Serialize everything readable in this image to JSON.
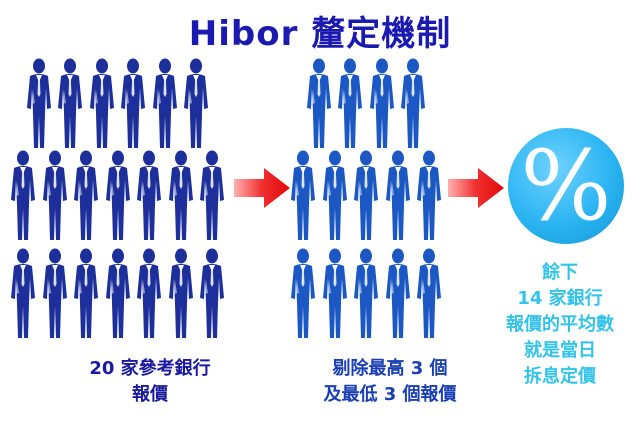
{
  "title": "Hibor 釐定機制",
  "colors": {
    "person_dark": "#1c2f9a",
    "person_mid": "#1b58c4",
    "arrow": "#e01010",
    "circle": "#2ab4f2",
    "title": "#1a1ab0"
  },
  "groups": {
    "left": {
      "rows": [
        6,
        7,
        7
      ]
    },
    "middle": {
      "rows": [
        4,
        5,
        5
      ]
    }
  },
  "icons": {
    "person": "businessman-icon",
    "arrow": "right-arrow-icon",
    "percent": "percent-icon"
  },
  "percent_symbol": "%",
  "captions": {
    "left": [
      "20 家參考銀行",
      "報價"
    ],
    "middle": [
      "剔除最高 3 個",
      "及最低 3 個報價"
    ],
    "right": [
      "餘下",
      "14 家銀行",
      "報價的平均數",
      "就是當日",
      "拆息定價"
    ]
  }
}
